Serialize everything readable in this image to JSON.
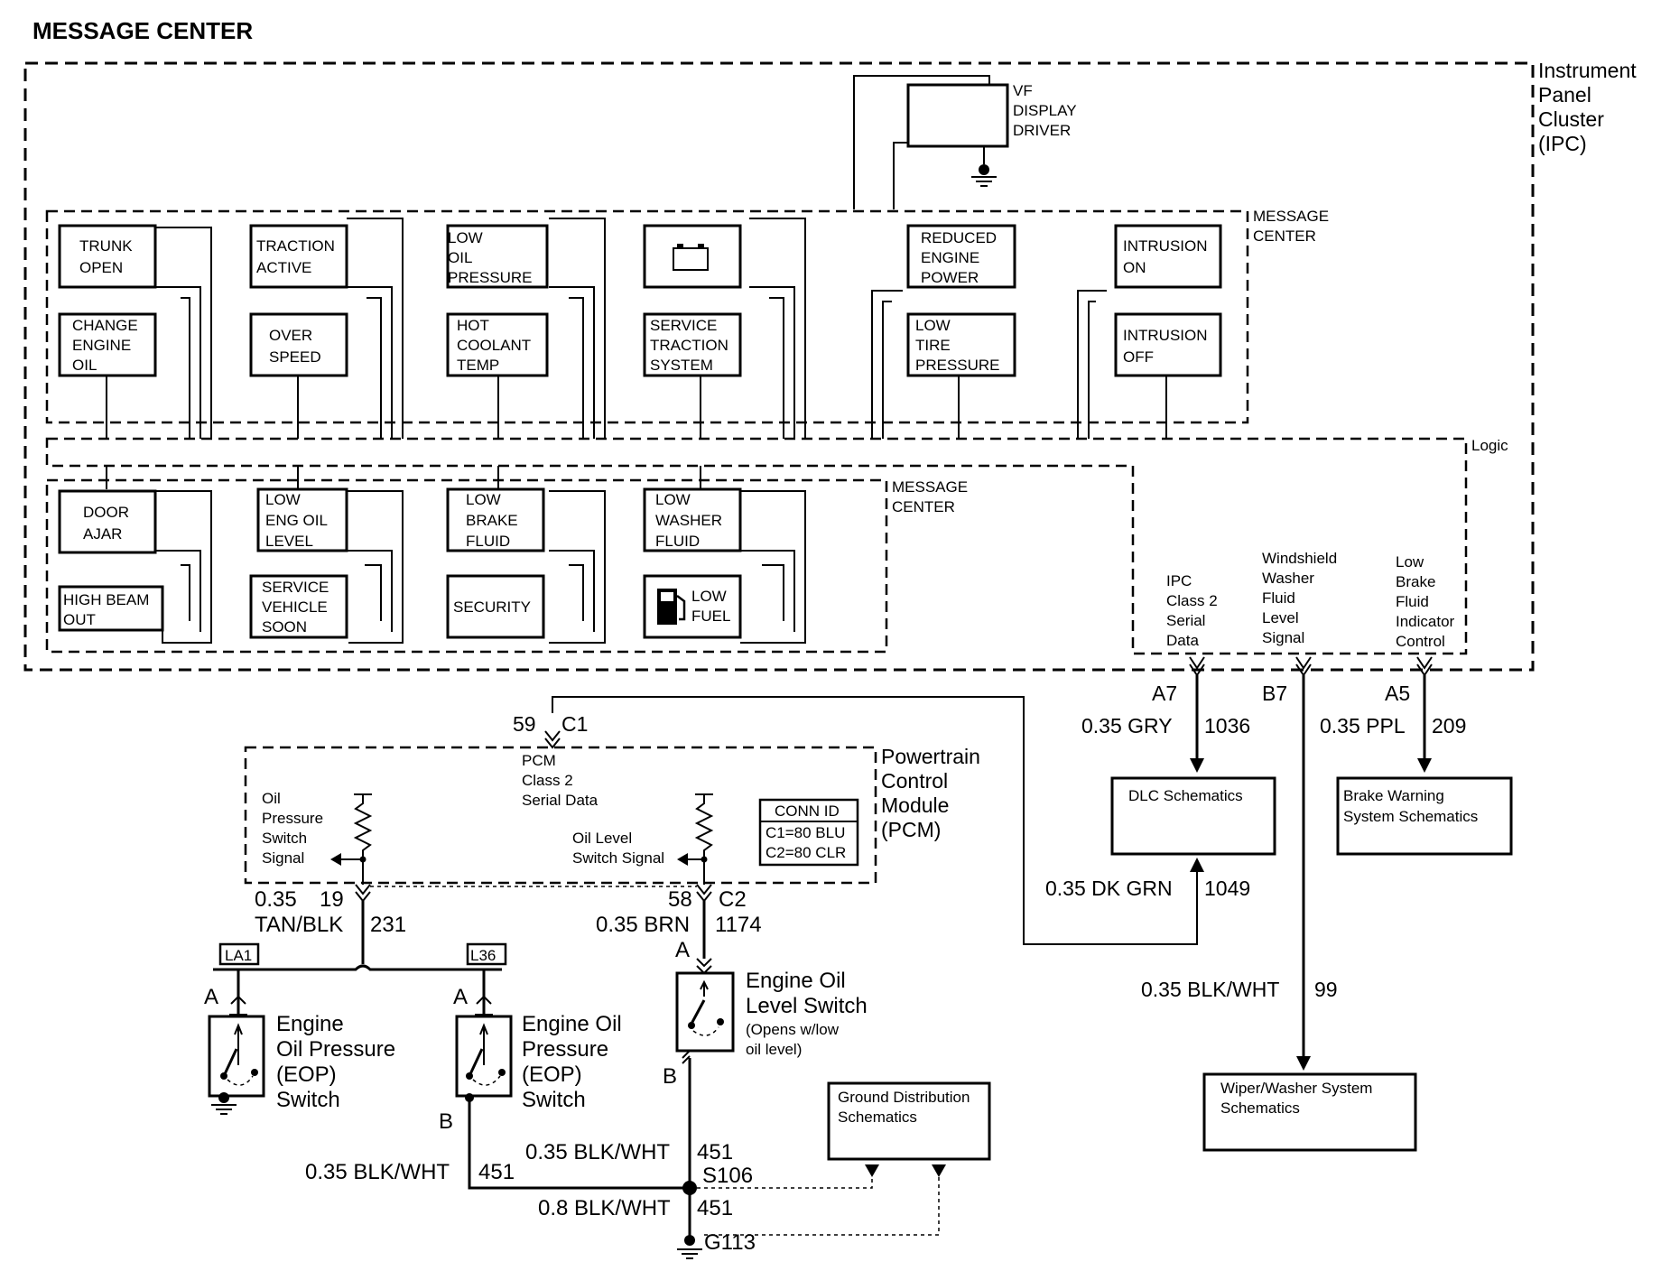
{
  "title": "MESSAGE CENTER",
  "ipc": {
    "line1": "Instrument",
    "line2": "Panel",
    "line3": "Cluster",
    "line4": "(IPC)"
  },
  "vf_display": {
    "line1": "VF",
    "line2": "DISPLAY",
    "line3": "DRIVER"
  },
  "mc_upper": {
    "line1": "MESSAGE",
    "line2": "CENTER"
  },
  "mc_lower": {
    "line1": "MESSAGE",
    "line2": "CENTER"
  },
  "logic_label": "Logic",
  "messages": {
    "trunk_open": [
      "TRUNK",
      "OPEN"
    ],
    "change_engine_oil": [
      "CHANGE",
      "ENGINE",
      "OIL"
    ],
    "traction_active": [
      "TRACTION",
      "ACTIVE"
    ],
    "over_speed": [
      "OVER",
      "SPEED"
    ],
    "low_oil_pressure": [
      "LOW",
      "OIL",
      "PRESSURE"
    ],
    "hot_coolant_temp": [
      "HOT",
      "COOLANT",
      "TEMP"
    ],
    "service_traction_system": [
      "SERVICE",
      "TRACTION",
      "SYSTEM"
    ],
    "reduced_engine_power": [
      "REDUCED",
      "ENGINE",
      "POWER"
    ],
    "low_tire_pressure": [
      "LOW",
      "TIRE",
      "PRESSURE"
    ],
    "intrusion_on": [
      "INTRUSION",
      "ON"
    ],
    "intrusion_off": [
      "INTRUSION",
      "OFF"
    ],
    "door_ajar": [
      "DOOR",
      "AJAR"
    ],
    "high_beam_out": [
      "HIGH BEAM",
      "OUT"
    ],
    "low_eng_oil_level": [
      "LOW",
      "ENG OIL",
      "LEVEL"
    ],
    "service_vehicle_soon": [
      "SERVICE",
      "VEHICLE",
      "SOON"
    ],
    "low_brake_fluid": [
      "LOW",
      "BRAKE",
      "FLUID"
    ],
    "security": [
      "SECURITY"
    ],
    "low_washer_fluid": [
      "LOW",
      "WASHER",
      "FLUID"
    ],
    "low_fuel": [
      "LOW",
      "FUEL"
    ]
  },
  "ipc_signals": {
    "class2": [
      "IPC",
      "Class 2",
      "Serial",
      "Data"
    ],
    "washer": [
      "Windshield",
      "Washer",
      "Fluid",
      "Level",
      "Signal"
    ],
    "brake": [
      "Low",
      "Brake",
      "Fluid",
      "Indicator",
      "Control"
    ]
  },
  "ipc_pins": {
    "a7": "A7",
    "b7": "B7",
    "a5": "A5"
  },
  "wires": {
    "gry": {
      "gauge": "0.35 GRY",
      "circuit": "1036"
    },
    "ppl": {
      "gauge": "0.35 PPL",
      "circuit": "209"
    },
    "dkgrn": {
      "gauge": "0.35 DK GRN",
      "circuit": "1049"
    },
    "blkwht99": {
      "gauge": "0.35 BLK/WHT",
      "circuit": "99"
    },
    "tanblk": {
      "gauge": "0.35",
      "color": "TAN/BLK",
      "pin": "19",
      "circuit": "231"
    },
    "brn": {
      "pin": "58",
      "conn": "C2",
      "gauge": "0.35 BRN",
      "circuit": "1174"
    },
    "blkwht451_left": {
      "gauge": "0.35 BLK/WHT",
      "circuit": "451"
    },
    "blkwht451_mid": {
      "gauge": "0.35 BLK/WHT",
      "circuit": "451"
    },
    "blkwht451_ground": {
      "gauge": "0.8 BLK/WHT",
      "circuit": "451"
    }
  },
  "schematics": {
    "dlc": "DLC Schematics",
    "brake_warning": [
      "Brake Warning",
      "System Schematics"
    ],
    "wiper_washer": [
      "Wiper/Washer System",
      "Schematics"
    ],
    "ground_distribution": [
      "Ground Distribution",
      "Schematics"
    ]
  },
  "pcm": {
    "pin": "59",
    "conn": "C1",
    "name": [
      "Powertrain",
      "Control",
      "Module",
      "(PCM)"
    ],
    "serial": [
      "PCM",
      "Class 2",
      "Serial Data"
    ],
    "oil_pressure_signal": [
      "Oil",
      "Pressure",
      "Switch",
      "Signal"
    ],
    "oil_level_signal": [
      "Oil Level",
      "Switch Signal"
    ],
    "conn_id": {
      "title": "CONN ID",
      "c1": "C1=80 BLU",
      "c2": "C2=80 CLR"
    }
  },
  "options": {
    "la1": "LA1",
    "l36": "L36"
  },
  "switches": {
    "eop_left": {
      "pin": "A",
      "name": [
        "Engine",
        "Oil Pressure",
        "(EOP)",
        "Switch"
      ]
    },
    "eop_right": {
      "pin_a": "A",
      "pin_b": "B",
      "name": [
        "Engine Oil",
        "Pressure",
        "(EOP)",
        "Switch"
      ]
    },
    "level": {
      "pin_a": "A",
      "pin_b": "B",
      "name": [
        "Engine Oil",
        "Level Switch"
      ],
      "note": [
        "(Opens w/low",
        "oil level)"
      ]
    }
  },
  "splice": "S106",
  "ground": "G113"
}
